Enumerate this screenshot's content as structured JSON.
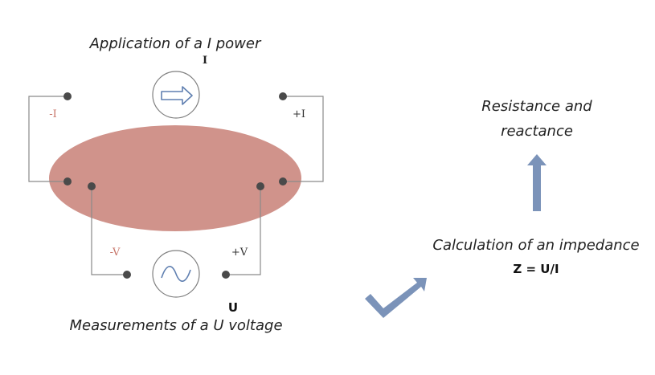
{
  "labels": {
    "title_current": "Application of a I power",
    "symbol_current": "I",
    "minus_current": "-I",
    "plus_current": "+I",
    "minus_voltage": "-V",
    "plus_voltage": "+V",
    "symbol_voltage": "U",
    "title_voltage": "Measurements of a U voltage",
    "calculation_line1": "Calculation of  an impedance",
    "calculation_formula": "Z = U/I",
    "result_line1": "Resistance and",
    "result_line2": "reactance"
  },
  "colors": {
    "sample_fill": "#d0938b",
    "minus_label": "#c8766a",
    "plus_label": "#333333",
    "arrow_fill": "#7b93b9",
    "symbol_stroke": "#5f7fb0"
  },
  "icons": {
    "current_source": "right-arrow-icon",
    "voltmeter": "sine-wave-icon"
  }
}
